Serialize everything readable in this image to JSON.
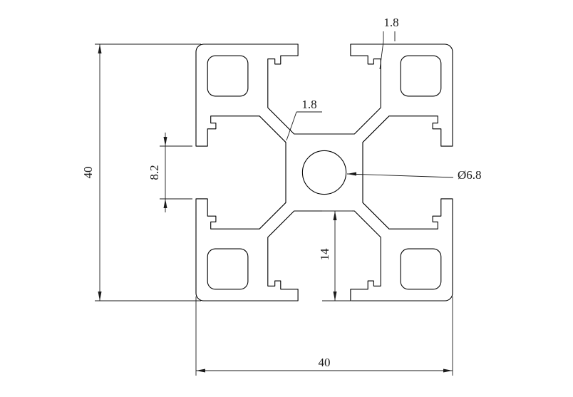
{
  "labels": {
    "overall_height": "40",
    "overall_width": "40",
    "slot_opening": "8.2",
    "depth_to_slot_floor": "14",
    "lip_thickness": "1.8",
    "web_thickness": "1.8",
    "center_hole_diameter": "Ø6.8"
  },
  "colors": {
    "line": "#1a1a1a",
    "background": "#ffffff"
  }
}
